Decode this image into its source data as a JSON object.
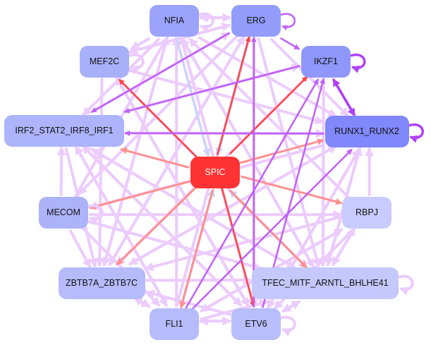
{
  "nodes": [
    {
      "id": "NFIA",
      "label": "NFIA",
      "color": "#9ba3fa"
    },
    {
      "id": "ERG",
      "label": "ERG",
      "color": "#939cfb"
    },
    {
      "id": "IKZF1",
      "label": "IKZF1",
      "color": "#8f97fb"
    },
    {
      "id": "MEF2C",
      "label": "MEF2C",
      "color": "#a9b0fa"
    },
    {
      "id": "IRF2",
      "label": "IRF2_STAT2_IRF8_IRF1",
      "color": "#adb4fb"
    },
    {
      "id": "RUNX1",
      "label": "RUNX1_RUNX2",
      "color": "#8088fb"
    },
    {
      "id": "SPIC",
      "label": "SPIC",
      "color": "#ff3333",
      "text_color": "#ffffff"
    },
    {
      "id": "MECOM",
      "label": "MECOM",
      "color": "#adb3f8"
    },
    {
      "id": "RBPJ",
      "label": "RBPJ",
      "color": "#c8cbfd"
    },
    {
      "id": "ZBTB",
      "label": "ZBTB7A_ZBTB7C",
      "color": "#b6bbfb"
    },
    {
      "id": "TFEC",
      "label": "TFEC_MITF_ARNTL_BHLHE41",
      "color": "#c5c8fc"
    },
    {
      "id": "FLI1",
      "label": "FLI1",
      "color": "#b6bcfb"
    },
    {
      "id": "ETV6",
      "label": "ETV6",
      "color": "#b8bdfb"
    }
  ],
  "edge_colors": {
    "light": "#eccbfd",
    "purple": "#c060fa",
    "strong": "#b040f8",
    "red": "#ff4444",
    "salmon": "#ff9090",
    "blue": "#cbd3fb"
  },
  "edges": [
    [
      "NFIA",
      "ERG",
      "light"
    ],
    [
      "ERG",
      "NFIA",
      "light"
    ],
    [
      "NFIA",
      "MEF2C",
      "light"
    ],
    [
      "NFIA",
      "RUNX1",
      "light"
    ],
    [
      "NFIA",
      "TFEC",
      "light"
    ],
    [
      "NFIA",
      "ETV6",
      "light"
    ],
    [
      "NFIA",
      "ZBTB",
      "light"
    ],
    [
      "NFIA",
      "IRF2",
      "light"
    ],
    [
      "ERG",
      "RUNX1",
      "light"
    ],
    [
      "ERG",
      "TFEC",
      "light"
    ],
    [
      "ERG",
      "ZBTB",
      "light"
    ],
    [
      "ERG",
      "FLI1",
      "light"
    ],
    [
      "ERG",
      "MECOM",
      "light"
    ],
    [
      "ERG",
      "MEF2C",
      "light"
    ],
    [
      "MEF2C",
      "RUNX1",
      "light"
    ],
    [
      "MEF2C",
      "TFEC",
      "light"
    ],
    [
      "MEF2C",
      "ETV6",
      "light"
    ],
    [
      "MEF2C",
      "ZBTB",
      "light"
    ],
    [
      "MEF2C",
      "ERG",
      "light"
    ],
    [
      "IRF2",
      "ERG",
      "light"
    ],
    [
      "IRF2",
      "RUNX1",
      "light"
    ],
    [
      "IRF2",
      "TFEC",
      "light"
    ],
    [
      "IRF2",
      "ZBTB",
      "light"
    ],
    [
      "IRF2",
      "FLI1",
      "light"
    ],
    [
      "IRF2",
      "ETV6",
      "light"
    ],
    [
      "IRF2",
      "IKZF1",
      "light"
    ],
    [
      "MECOM",
      "IRF2",
      "light"
    ],
    [
      "MECOM",
      "RBPJ",
      "light"
    ],
    [
      "MECOM",
      "ZBTB",
      "light"
    ],
    [
      "MECOM",
      "TFEC",
      "light"
    ],
    [
      "MECOM",
      "NFIA",
      "light"
    ],
    [
      "MECOM",
      "FLI1",
      "light"
    ],
    [
      "RBPJ",
      "RUNX1",
      "light"
    ],
    [
      "RBPJ",
      "TFEC",
      "light"
    ],
    [
      "RBPJ",
      "ZBTB",
      "light"
    ],
    [
      "RBPJ",
      "FLI1",
      "light"
    ],
    [
      "RBPJ",
      "NFIA",
      "light"
    ],
    [
      "RBPJ",
      "ETV6",
      "light"
    ],
    [
      "ZBTB",
      "TFEC",
      "light"
    ],
    [
      "ZBTB",
      "NFIA",
      "light"
    ],
    [
      "ZBTB",
      "ERG",
      "light"
    ],
    [
      "ZBTB",
      "RUNX1",
      "light"
    ],
    [
      "ZBTB",
      "FLI1",
      "light"
    ],
    [
      "TFEC",
      "RUNX1",
      "light"
    ],
    [
      "TFEC",
      "RBPJ",
      "light"
    ],
    [
      "TFEC",
      "ETV6",
      "light"
    ],
    [
      "TFEC",
      "NFIA",
      "light"
    ],
    [
      "TFEC",
      "IRF2",
      "light"
    ],
    [
      "FLI1",
      "ETV6",
      "light"
    ],
    [
      "ETV6",
      "FLI1",
      "light"
    ],
    [
      "FLI1",
      "ZBTB",
      "light"
    ],
    [
      "FLI1",
      "NFIA",
      "light"
    ],
    [
      "FLI1",
      "TFEC",
      "light"
    ],
    [
      "FLI1",
      "IRF2",
      "light"
    ],
    [
      "FLI1",
      "RBPJ",
      "light"
    ],
    [
      "ETV6",
      "ZBTB",
      "light"
    ],
    [
      "ETV6",
      "TFEC",
      "light"
    ],
    [
      "ETV6",
      "NFIA",
      "light"
    ],
    [
      "ETV6",
      "IRF2",
      "light"
    ],
    [
      "ETV6",
      "MEF2C",
      "light"
    ],
    [
      "ETV6",
      "RUNX1",
      "light"
    ],
    [
      "RUNX1",
      "TFEC",
      "light"
    ],
    [
      "RUNX1",
      "ZBTB",
      "light"
    ],
    [
      "RUNX1",
      "MECOM",
      "light"
    ],
    [
      "RUNX1",
      "ETV6",
      "light"
    ],
    [
      "IKZF1",
      "TFEC",
      "light"
    ],
    [
      "IKZF1",
      "ZBTB",
      "light"
    ],
    [
      "ERG",
      "ETV6",
      "light"
    ],
    [
      "NFIA",
      "SPIC",
      "blue"
    ],
    [
      "FLI1",
      "SPIC",
      "blue"
    ],
    [
      "TFEC",
      "SPIC",
      "blue"
    ],
    [
      "ERG",
      "SPIC",
      "blue"
    ],
    [
      "SPIC",
      "IKZF1",
      "red"
    ],
    [
      "SPIC",
      "ERG",
      "red"
    ],
    [
      "SPIC",
      "ETV6",
      "red"
    ],
    [
      "SPIC",
      "MEF2C",
      "red"
    ],
    [
      "SPIC",
      "RUNX1",
      "salmon"
    ],
    [
      "SPIC",
      "IRF2",
      "salmon"
    ],
    [
      "SPIC",
      "MECOM",
      "salmon"
    ],
    [
      "SPIC",
      "RBPJ",
      "salmon"
    ],
    [
      "SPIC",
      "TFEC",
      "salmon"
    ],
    [
      "SPIC",
      "ZBTB",
      "salmon"
    ],
    [
      "SPIC",
      "FLI1",
      "salmon"
    ],
    [
      "ERG",
      "IKZF1",
      "purple"
    ],
    [
      "ERG",
      "IRF2",
      "purple"
    ],
    [
      "RUNX1",
      "IRF2",
      "purple"
    ],
    [
      "FLI1",
      "IKZF1",
      "purple"
    ],
    [
      "ETV6",
      "IKZF1",
      "purple"
    ],
    [
      "ETV6",
      "ERG",
      "purple"
    ],
    [
      "FLI1",
      "RUNX1",
      "purple"
    ],
    [
      "IKZF1",
      "IRF2",
      "purple"
    ],
    [
      "IKZF1",
      "RUNX1",
      "strong"
    ],
    [
      "RUNX1",
      "IKZF1",
      "strong"
    ]
  ],
  "self_loops": [
    [
      "ERG",
      "purple"
    ],
    [
      "IKZF1",
      "strong"
    ],
    [
      "RUNX1",
      "strong"
    ],
    [
      "TFEC",
      "light"
    ],
    [
      "ETV6",
      "light"
    ],
    [
      "MEF2C",
      "light"
    ],
    [
      "NFIA",
      "light"
    ],
    [
      "MECOM",
      "light"
    ]
  ]
}
